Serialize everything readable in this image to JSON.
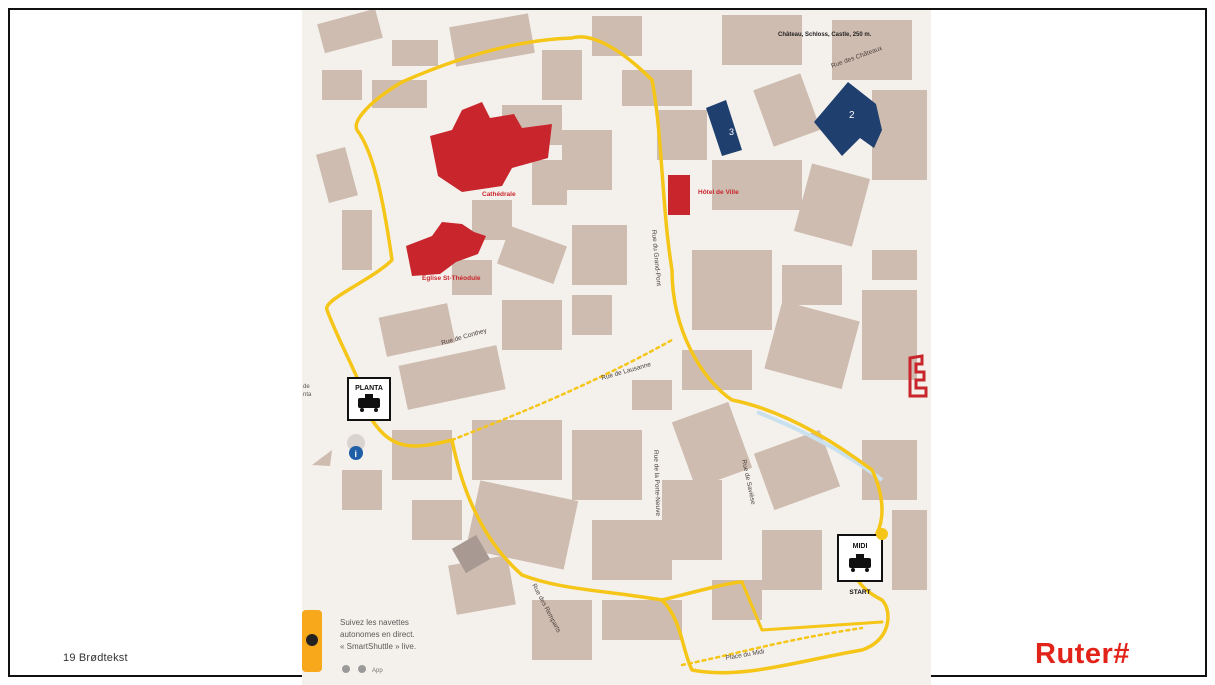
{
  "page": {
    "footer_text": "19 Brødtekst",
    "logo_text": "Ruter#"
  },
  "map": {
    "top_label": "Château, Schloss, Castle, 250 m.",
    "landmarks": [
      "Cathédrale",
      "Hôtel de Ville",
      "Eglise St-Théodule"
    ],
    "numbered_buildings": [
      "2",
      "3"
    ],
    "streets": [
      "Rue du Grand-Pont",
      "Rue de Conthey",
      "Rue de Lausanne",
      "Rue de la Porte-Neuve",
      "Rue des Remparts",
      "Place du Midi",
      "Rue de Savièse",
      "Rue des Châteaux"
    ],
    "stops": {
      "planta": "PLANTA",
      "midi": "MIDI",
      "start": "START"
    },
    "promo": {
      "line1": "Suivez les navettes",
      "line2": "autonomes en direct.",
      "line3": "« SmartShuttle » live.",
      "app": "App"
    },
    "left_edge": [
      "de",
      "nta"
    ],
    "colors": {
      "route": "#f5c518",
      "landmark_red": "#c8252c",
      "numbered_blue": "#1f3f6e",
      "building": "#cfbcb0"
    }
  }
}
